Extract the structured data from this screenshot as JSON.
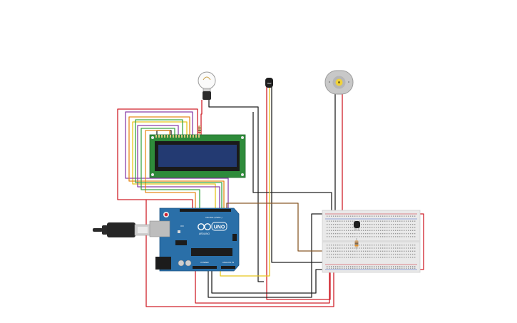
{
  "app": {
    "title": "Arduino circuit with LCD, lamp, temperature sensor, DC motor and breadboard"
  },
  "board": {
    "brand_text": "ARDUINO",
    "model_text": "UNO",
    "digital_label": "DIGITAL (PWM~)",
    "power_label": "POWER",
    "analog_label": "ANALOG IN",
    "on_label": "ON",
    "icsp_label": "ICSP"
  },
  "colors": {
    "background": "#ffffff",
    "board": "#2a6fa8",
    "board_dark": "#1f5684",
    "lcd_pcb": "#2e8b3a",
    "lcd_screen": "#233a72",
    "breadboard": "#e9e9e9",
    "wire_red": "#d0202a",
    "wire_black": "#222222",
    "wire_purple": "#8a3fa8",
    "wire_orange": "#e88a1c",
    "wire_yellow": "#e8c51c",
    "wire_green": "#3aa644",
    "wire_brown": "#8a5a2a",
    "motor_body": "#c8c8c8",
    "motor_hub": "#f0d23a"
  },
  "components": {
    "lamp": "light-bulb-icon",
    "sensor": "temperature-sensor-icon",
    "motor": "dc-motor-icon",
    "usb": "usb-cable-icon",
    "transistor": "transistor-icon",
    "resistor": "resistor-icon"
  }
}
